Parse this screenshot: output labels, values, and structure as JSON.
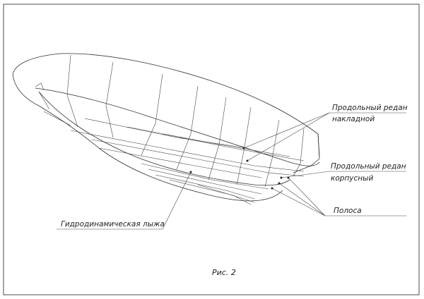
{
  "labels": {
    "longitudinal_step_overlay_1": "Продольный редан",
    "longitudinal_step_overlay_2": "накладной",
    "longitudinal_step_hull_1": "Продольный редан",
    "longitudinal_step_hull_2": "корпусный",
    "strip": "Полоса",
    "hydroski": "Гидродинамическая лыжа"
  },
  "caption": "Рис. 2"
}
